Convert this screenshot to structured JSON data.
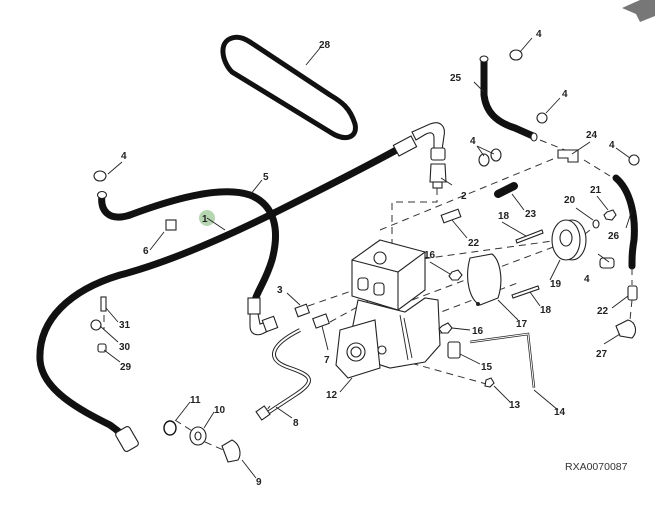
{
  "figure": {
    "id": "RXA0070087",
    "description": "Air compressor exploded parts view",
    "highlight_color": "#a9cfa3",
    "highlighted_callout": "1",
    "nav_arrow": "corner-arrow-icon"
  },
  "callouts": [
    {
      "key": "c1",
      "label": "1"
    },
    {
      "key": "c2",
      "label": "2"
    },
    {
      "key": "c3",
      "label": "3"
    },
    {
      "key": "c4a",
      "label": "4"
    },
    {
      "key": "c4b",
      "label": "4"
    },
    {
      "key": "c4c",
      "label": "4"
    },
    {
      "key": "c4d",
      "label": "4"
    },
    {
      "key": "c4e",
      "label": "4"
    },
    {
      "key": "c4f",
      "label": "4"
    },
    {
      "key": "c5",
      "label": "5"
    },
    {
      "key": "c6",
      "label": "6"
    },
    {
      "key": "c7",
      "label": "7"
    },
    {
      "key": "c8",
      "label": "8"
    },
    {
      "key": "c9",
      "label": "9"
    },
    {
      "key": "c10",
      "label": "10"
    },
    {
      "key": "c11",
      "label": "11"
    },
    {
      "key": "c12",
      "label": "12"
    },
    {
      "key": "c13",
      "label": "13"
    },
    {
      "key": "c14",
      "label": "14"
    },
    {
      "key": "c15",
      "label": "15"
    },
    {
      "key": "c16a",
      "label": "16"
    },
    {
      "key": "c16b",
      "label": "16"
    },
    {
      "key": "c17",
      "label": "17"
    },
    {
      "key": "c18a",
      "label": "18"
    },
    {
      "key": "c18b",
      "label": "18"
    },
    {
      "key": "c19",
      "label": "19"
    },
    {
      "key": "c20",
      "label": "20"
    },
    {
      "key": "c21",
      "label": "21"
    },
    {
      "key": "c22a",
      "label": "22"
    },
    {
      "key": "c22b",
      "label": "22"
    },
    {
      "key": "c23",
      "label": "23"
    },
    {
      "key": "c24",
      "label": "24"
    },
    {
      "key": "c25",
      "label": "25"
    },
    {
      "key": "c26",
      "label": "26"
    },
    {
      "key": "c27",
      "label": "27"
    },
    {
      "key": "c28",
      "label": "28"
    },
    {
      "key": "c29",
      "label": "29"
    },
    {
      "key": "c30",
      "label": "30"
    },
    {
      "key": "c31",
      "label": "31"
    }
  ]
}
